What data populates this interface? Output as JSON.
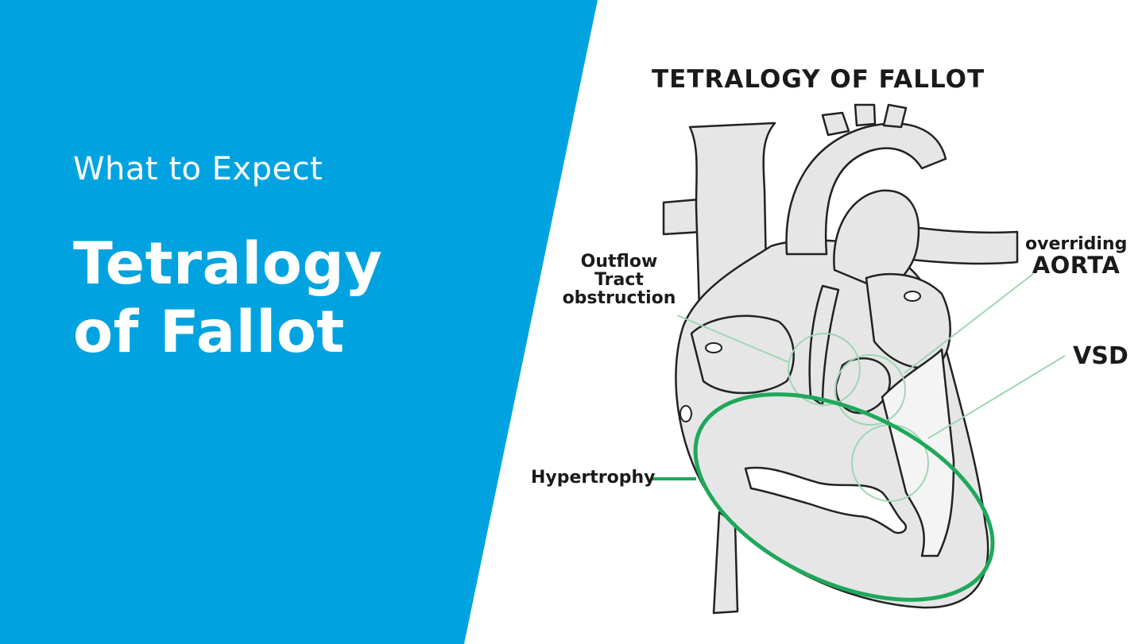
{
  "banner": {
    "kicker": "What to Expect",
    "headline_line1": "Tetralogy",
    "headline_line2": "of Fallot",
    "background_color": "#00a3e0"
  },
  "diagram": {
    "title": "TETRALOGY OF FALLOT",
    "labels": {
      "outflow_line1": "Outflow",
      "outflow_line2": "Tract",
      "outflow_line3": "obstruction",
      "overriding_line1": "overriding",
      "overriding_line2": "AORTA",
      "vsd": "VSD",
      "hypertrophy": "Hypertrophy"
    },
    "highlight_color": "#1fa85a",
    "callout_color": "#9fd6b3"
  }
}
